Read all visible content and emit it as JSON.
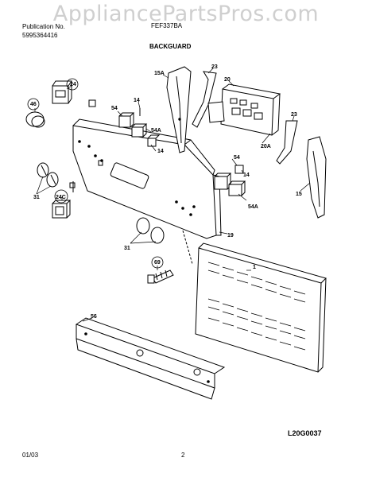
{
  "watermark": "AppliancePartsPros.com",
  "header": {
    "left_line1": "Publication No.",
    "left_line2": "5995364416",
    "model": "FEF337BA",
    "section": "BACKGUARD"
  },
  "footer": {
    "date": "01/03",
    "page": "2",
    "drawing_code": "L20G0037"
  },
  "callouts": {
    "c24": "24",
    "c46": "46",
    "c54a": "54",
    "c14a": "14",
    "c54b": "54A",
    "c14b": "14",
    "c15a": "15A",
    "c23a": "23",
    "c20": "20",
    "c20a": "20A",
    "c23b": "23",
    "c31a": "31",
    "c24c": "24C",
    "c54c": "54",
    "c14c": "14",
    "c54d": "54A",
    "c15": "15",
    "c19": "19",
    "c31b": "31",
    "c1": "1",
    "c69": "69",
    "c56": "56"
  }
}
